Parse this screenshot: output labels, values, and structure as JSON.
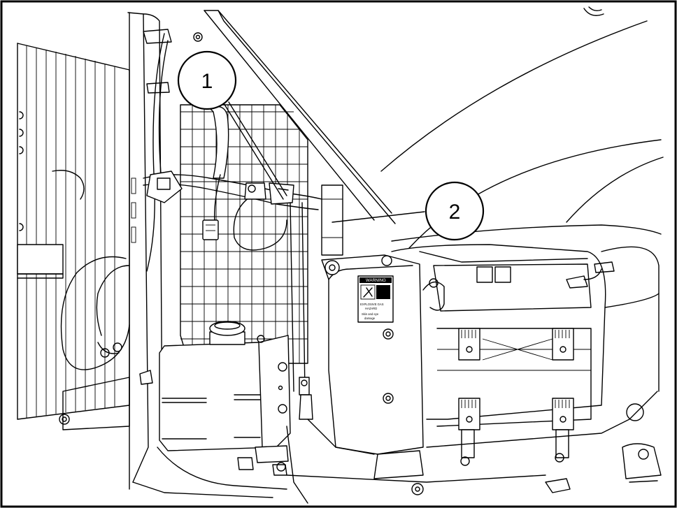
{
  "callouts": [
    {
      "id": "callout-1",
      "label": "1"
    },
    {
      "id": "callout-2",
      "label": "2"
    }
  ],
  "warning_label": {
    "heading": "WARNING",
    "line1": "EXPLOSIVE GAS",
    "line2": "HAZARD",
    "line3": "Skin and eye",
    "line4": "damage"
  },
  "colors": {
    "ink": "#000000",
    "paper": "#ffffff"
  }
}
